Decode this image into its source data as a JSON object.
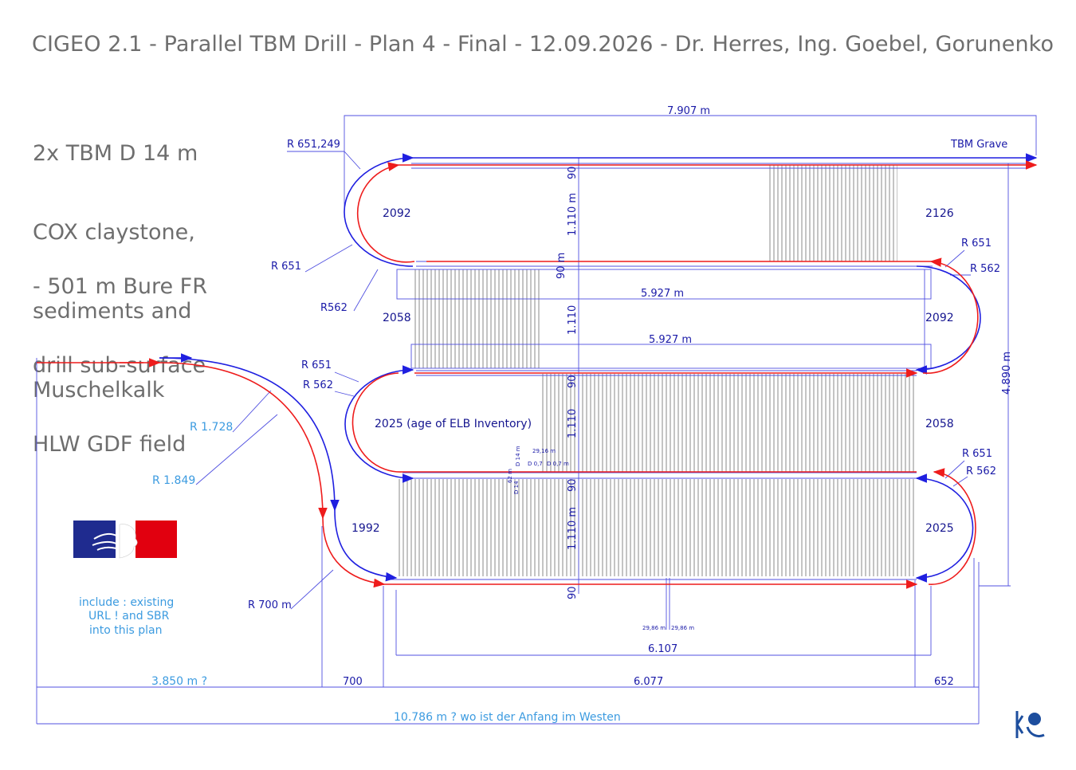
{
  "title": "CIGEO 2.1 - Parallel TBM Drill - Plan 4 - Final - 12.09.2026 - Dr. Herres, Ing. Goebel, Gorunenko",
  "notes": {
    "block1": [
      "2x TBM D 14 m",
      "COX claystone,",
      "sediments and",
      "Muschelkalk"
    ],
    "block2": [
      "- 501 m Bure FR",
      "drill sub-surface",
      "HLW GDF field"
    ]
  },
  "dimensions": {
    "top_width": "7.907 m",
    "total_height": "4.890 m",
    "inner_span_1": "5.927 m",
    "inner_span_2": "5.927 m",
    "lower_span": "6.107",
    "bottom_main": "6.077",
    "bottom_left": "700",
    "bottom_right": "652",
    "west_offset": "3.850 m ?",
    "full_length": "10.786 m ? wo ist der Anfang im Westen"
  },
  "radii": {
    "r651249": "R 651,249",
    "r651_a": "R 651",
    "r562_a": "R562",
    "r651_b": "R 651",
    "r562_b": "R 562",
    "r651_c": "R 651",
    "r562_c": "R 562",
    "r651_d": "R 651",
    "r562_d": "R 562",
    "r1728": "R 1.728",
    "r1849": "R 1.849",
    "r700": "R 700 m"
  },
  "row_spacing": {
    "s90_1": "90",
    "s1110_1": "1.110 m",
    "s90_2": "90 m",
    "s1110_2": "1.110",
    "s90_3": "90",
    "s1110_3": "1.110",
    "s90_4": "90",
    "s1110_4": "1.110 m",
    "s90_5": "90"
  },
  "years": {
    "y2092_left": "2092",
    "y2126": "2126",
    "y2058_left": "2058",
    "y2092_right": "2092",
    "y2025_label": "2025 (age of ELB Inventory)",
    "y2058_right": "2058",
    "y1992": "1992",
    "y2025_right": "2025"
  },
  "labels": {
    "tbm_grave": "TBM Grave",
    "include_note": [
      "include : existing",
      "URL ! and SBR",
      "into this plan"
    ]
  },
  "detail_labels": {
    "d2916": "29,16 m",
    "d07a": "D 0,7",
    "d07b": "D 0,7 m",
    "d14a": "D 14 m",
    "d62": "62 m",
    "d14b": "D 14",
    "d2986a": "29,86 m",
    "d2986b": "29,86 m"
  },
  "colors": {
    "tunnel_blue": "#1f1fe0",
    "tunnel_red": "#ee1c1c",
    "dim_blue": "#5050e0",
    "note_blue": "#3c9be0",
    "flag_blue": "#1f2b8f",
    "flag_red": "#e1000f"
  }
}
